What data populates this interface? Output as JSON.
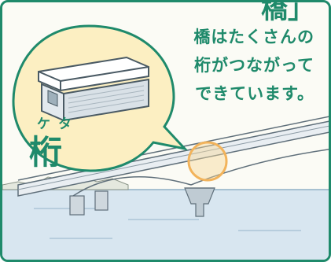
{
  "header_fragment": "橋」",
  "caption": {
    "lines": [
      "橋はたくさんの",
      "桁がつながって",
      "できています。"
    ]
  },
  "term": {
    "ruby": "ケタ",
    "label": "桁"
  },
  "colors": {
    "accent": "#1f8a6b",
    "frame": "#1f8a6b",
    "bubble": "#fcefc2",
    "water": "#d8e6f0",
    "highlight": "#f2b35b"
  },
  "icons": [
    "girder-illustration",
    "bridge-illustration",
    "highlight-circle",
    "speech-bubble"
  ]
}
